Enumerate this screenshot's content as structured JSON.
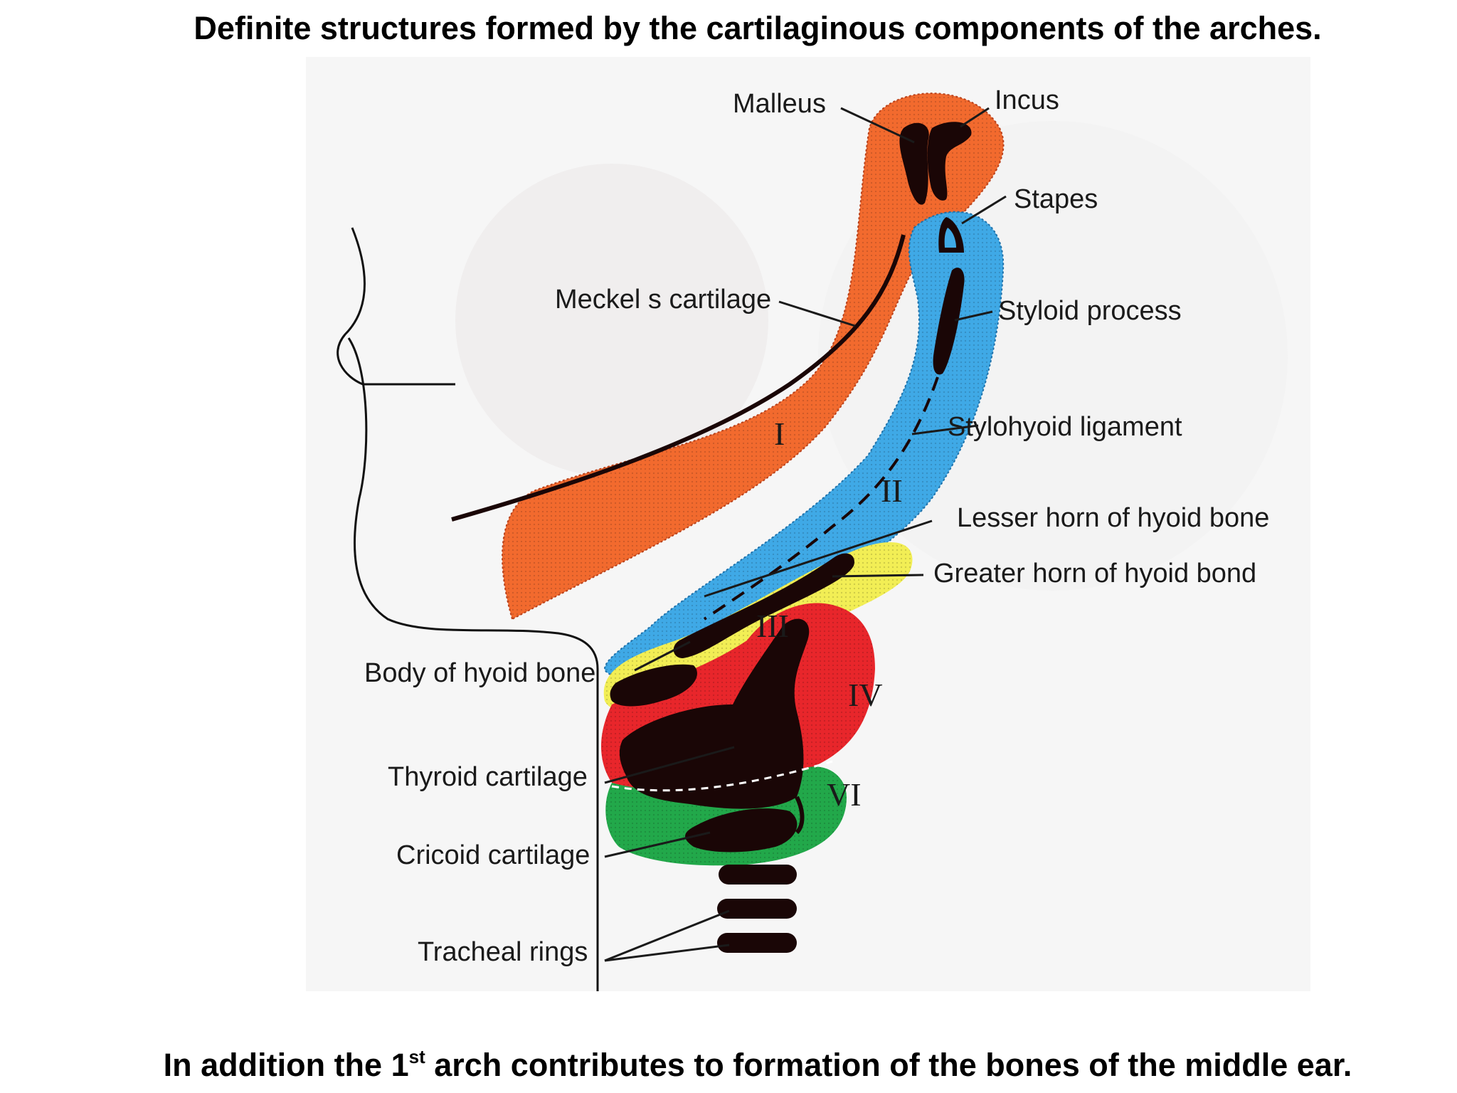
{
  "title": "Definite structures formed by the cartilaginous components of the arches.",
  "caption": {
    "before": "In addition the 1",
    "sup": "st",
    "after": " arch contributes to formation of the bones of the middle ear."
  },
  "labels": {
    "malleus": "Malleus",
    "incus": "Incus",
    "stapes": "Stapes",
    "meckels_cartilage": "Meckel s cartilage",
    "styloid_process": "Styloid process",
    "stylohyoid_ligament": "Stylohyoid ligament",
    "lesser_horn": "Lesser horn of hyoid bone",
    "greater_horn": "Greater horn of hyoid bond",
    "body_of_hyoid": "Body of hyoid bone",
    "thyroid_cartilage": "Thyroid cartilage",
    "cricoid_cartilage": "Cricoid cartilage",
    "tracheal_rings": "Tracheal rings"
  },
  "arch_numerals": {
    "first": "I",
    "second": "II",
    "third": "III",
    "fourth": "IV",
    "sixth": "VI"
  },
  "colors": {
    "arch_1": "#f26a2e",
    "arch_2": "#3fa9e6",
    "arch_3": "#f2ee55",
    "arch_4": "#e8262b",
    "arch_6": "#22a84a",
    "cartilage": "#1a0606",
    "background": "#f6f6f6"
  }
}
